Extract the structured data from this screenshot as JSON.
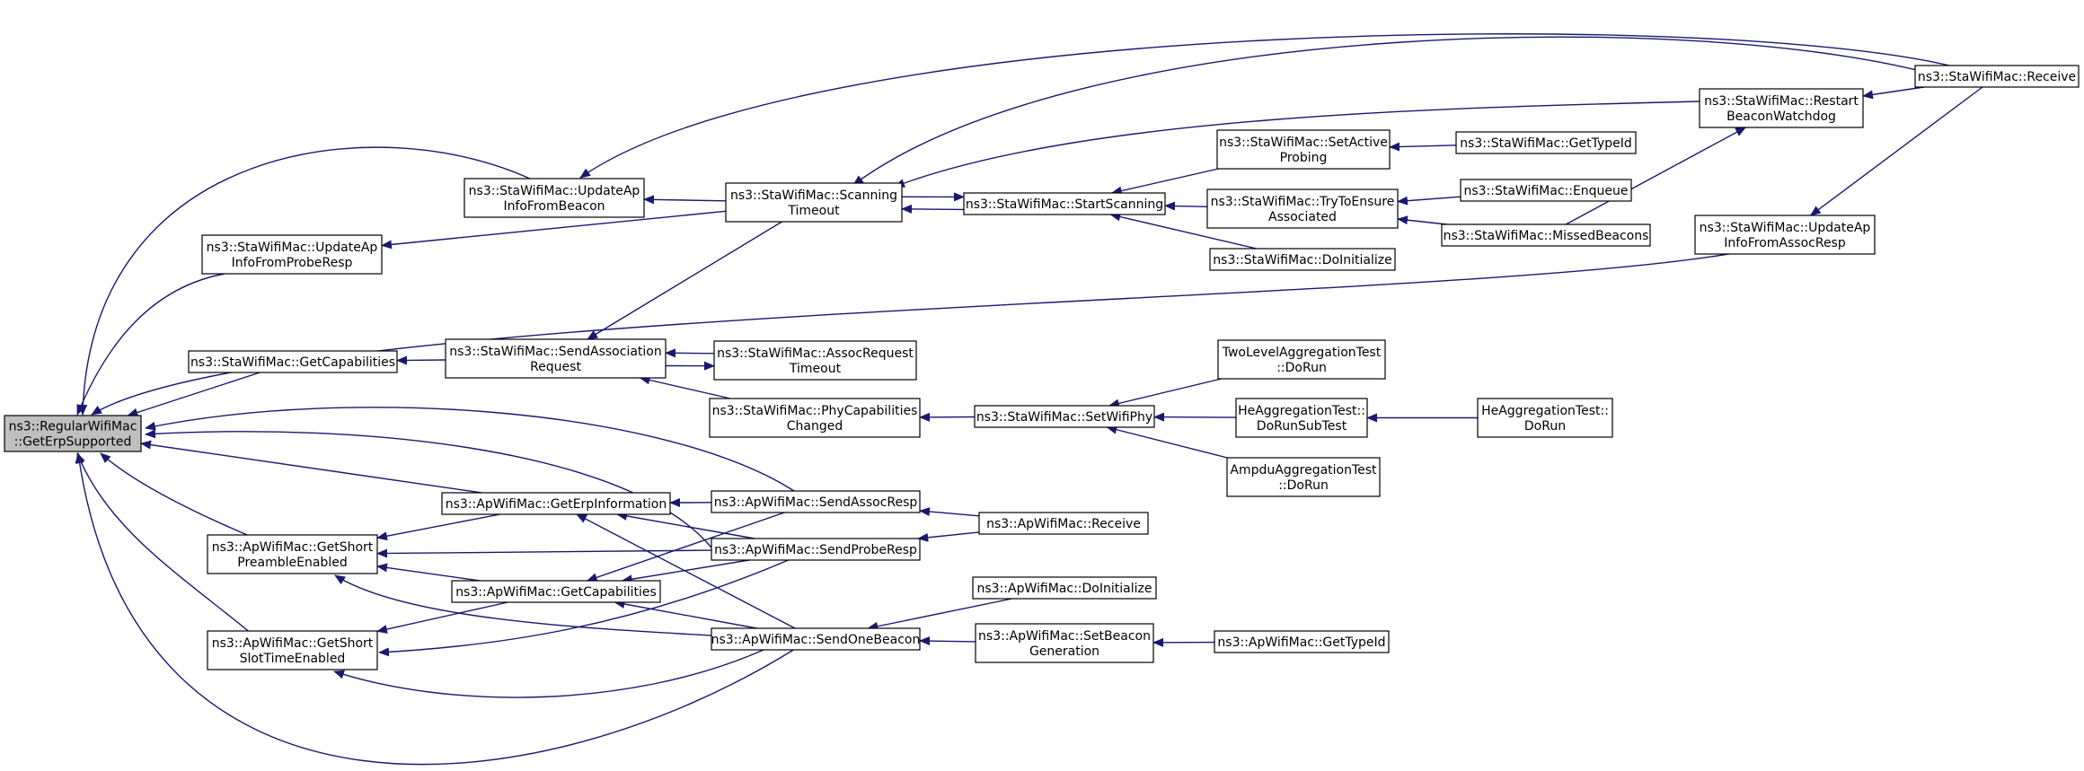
{
  "colors": {
    "edge": "#191970",
    "node_border": "#000000",
    "root_fill": "#bfbfbf",
    "node_fill": "#ffffff"
  },
  "nodes": [
    {
      "id": "root",
      "lines": [
        "ns3::RegularWifiMac",
        "::GetErpSupported"
      ],
      "root": true
    },
    {
      "id": "updateApBeacon",
      "lines": [
        "ns3::StaWifiMac::UpdateAp",
        "InfoFromBeacon"
      ]
    },
    {
      "id": "updateApProbe",
      "lines": [
        "ns3::StaWifiMac::UpdateAp",
        "InfoFromProbeResp"
      ]
    },
    {
      "id": "staGetCap",
      "lines": [
        "ns3::StaWifiMac::GetCapabilities"
      ]
    },
    {
      "id": "apGetShortPreamble",
      "lines": [
        "ns3::ApWifiMac::GetShort",
        "PreambleEnabled"
      ]
    },
    {
      "id": "apGetShortSlot",
      "lines": [
        "ns3::ApWifiMac::GetShort",
        "SlotTimeEnabled"
      ]
    },
    {
      "id": "apGetErp",
      "lines": [
        "ns3::ApWifiMac::GetErpInformation"
      ]
    },
    {
      "id": "apGetCap",
      "lines": [
        "ns3::ApWifiMac::GetCapabilities"
      ]
    },
    {
      "id": "scanTimeout",
      "lines": [
        "ns3::StaWifiMac::Scanning",
        "Timeout"
      ]
    },
    {
      "id": "sendAssocReq",
      "lines": [
        "ns3::StaWifiMac::SendAssociation",
        "Request"
      ]
    },
    {
      "id": "assocReqTimeout",
      "lines": [
        "ns3::StaWifiMac::AssocRequest",
        "Timeout"
      ]
    },
    {
      "id": "phyCapChanged",
      "lines": [
        "ns3::StaWifiMac::PhyCapabilities",
        "Changed"
      ]
    },
    {
      "id": "sendAssocResp",
      "lines": [
        "ns3::ApWifiMac::SendAssocResp"
      ]
    },
    {
      "id": "sendProbeResp",
      "lines": [
        "ns3::ApWifiMac::SendProbeResp"
      ]
    },
    {
      "id": "sendOneBeacon",
      "lines": [
        "ns3::ApWifiMac::SendOneBeacon"
      ]
    },
    {
      "id": "startScanning",
      "lines": [
        "ns3::StaWifiMac::StartScanning"
      ]
    },
    {
      "id": "setWifiPhy",
      "lines": [
        "ns3::StaWifiMac::SetWifiPhy"
      ]
    },
    {
      "id": "apReceive",
      "lines": [
        "ns3::ApWifiMac::Receive"
      ]
    },
    {
      "id": "apDoInit",
      "lines": [
        "ns3::ApWifiMac::DoInitialize"
      ]
    },
    {
      "id": "apSetBeaconGen",
      "lines": [
        "ns3::ApWifiMac::SetBeacon",
        "Generation"
      ]
    },
    {
      "id": "setActiveProbing",
      "lines": [
        "ns3::StaWifiMac::SetActive",
        "Probing"
      ]
    },
    {
      "id": "tryToEnsure",
      "lines": [
        "ns3::StaWifiMac::TryToEnsure",
        "Associated"
      ]
    },
    {
      "id": "staDoInit",
      "lines": [
        "ns3::StaWifiMac::DoInitialize"
      ]
    },
    {
      "id": "twoLevelAgg",
      "lines": [
        "TwoLevelAggregationTest",
        "::DoRun"
      ]
    },
    {
      "id": "heAggSub",
      "lines": [
        "HeAggregationTest::",
        "DoRunSubTest"
      ]
    },
    {
      "id": "ampduAgg",
      "lines": [
        "AmpduAggregationTest",
        "::DoRun"
      ]
    },
    {
      "id": "apGetTypeId",
      "lines": [
        "ns3::ApWifiMac::GetTypeId"
      ]
    },
    {
      "id": "staGetTypeId",
      "lines": [
        "ns3::StaWifiMac::GetTypeId"
      ]
    },
    {
      "id": "staEnqueue",
      "lines": [
        "ns3::StaWifiMac::Enqueue"
      ]
    },
    {
      "id": "missedBeacons",
      "lines": [
        "ns3::StaWifiMac::MissedBeacons"
      ]
    },
    {
      "id": "heAggDoRun",
      "lines": [
        "HeAggregationTest::",
        "DoRun"
      ]
    },
    {
      "id": "restartWatchdog",
      "lines": [
        "ns3::StaWifiMac::Restart",
        "BeaconWatchdog"
      ]
    },
    {
      "id": "updateApAssoc",
      "lines": [
        "ns3::StaWifiMac::UpdateAp",
        "InfoFromAssocResp"
      ]
    },
    {
      "id": "staReceive",
      "lines": [
        "ns3::StaWifiMac::Receive"
      ]
    }
  ],
  "edges": [
    {
      "from": "updateApBeacon",
      "to": "root"
    },
    {
      "from": "updateApProbe",
      "to": "root"
    },
    {
      "from": "updateApAssoc",
      "to": "root"
    },
    {
      "from": "staGetCap",
      "to": "root"
    },
    {
      "from": "sendAssocResp",
      "to": "root"
    },
    {
      "from": "sendProbeResp",
      "to": "root"
    },
    {
      "from": "apGetErp",
      "to": "root"
    },
    {
      "from": "apGetShortPreamble",
      "to": "root"
    },
    {
      "from": "apGetShortSlot",
      "to": "root"
    },
    {
      "from": "sendOneBeacon",
      "to": "root"
    },
    {
      "from": "staReceive",
      "to": "updateApBeacon"
    },
    {
      "from": "scanTimeout",
      "to": "updateApBeacon"
    },
    {
      "from": "scanTimeout",
      "to": "updateApProbe"
    },
    {
      "from": "staReceive",
      "to": "scanTimeout"
    },
    {
      "from": "restartWatchdog",
      "to": "scanTimeout"
    },
    {
      "from": "startScanning",
      "to": "scanTimeout"
    },
    {
      "from": "scanTimeout",
      "to": "startScanning"
    },
    {
      "from": "setActiveProbing",
      "to": "startScanning"
    },
    {
      "from": "tryToEnsure",
      "to": "startScanning"
    },
    {
      "from": "staDoInit",
      "to": "startScanning"
    },
    {
      "from": "staGetTypeId",
      "to": "setActiveProbing"
    },
    {
      "from": "staEnqueue",
      "to": "tryToEnsure"
    },
    {
      "from": "missedBeacons",
      "to": "tryToEnsure"
    },
    {
      "from": "missedBeacons",
      "to": "restartWatchdog"
    },
    {
      "from": "staReceive",
      "to": "restartWatchdog"
    },
    {
      "from": "staReceive",
      "to": "updateApAssoc"
    },
    {
      "from": "sendAssocReq",
      "to": "staGetCap"
    },
    {
      "from": "scanTimeout",
      "to": "sendAssocReq"
    },
    {
      "from": "sendAssocReq",
      "to": "assocReqTimeout"
    },
    {
      "from": "assocReqTimeout",
      "to": "sendAssocReq"
    },
    {
      "from": "phyCapChanged",
      "to": "sendAssocReq"
    },
    {
      "from": "setWifiPhy",
      "to": "phyCapChanged"
    },
    {
      "from": "twoLevelAgg",
      "to": "setWifiPhy"
    },
    {
      "from": "heAggSub",
      "to": "setWifiPhy"
    },
    {
      "from": "ampduAgg",
      "to": "setWifiPhy"
    },
    {
      "from": "heAggDoRun",
      "to": "heAggSub"
    },
    {
      "from": "sendAssocResp",
      "to": "apGetErp"
    },
    {
      "from": "sendProbeResp",
      "to": "apGetErp"
    },
    {
      "from": "sendOneBeacon",
      "to": "apGetErp"
    },
    {
      "from": "apGetErp",
      "to": "apGetShortPreamble"
    },
    {
      "from": "apGetCap",
      "to": "apGetShortPreamble"
    },
    {
      "from": "sendProbeResp",
      "to": "apGetShortPreamble"
    },
    {
      "from": "sendOneBeacon",
      "to": "apGetShortPreamble"
    },
    {
      "from": "apGetCap",
      "to": "apGetShortSlot"
    },
    {
      "from": "sendProbeResp",
      "to": "apGetShortSlot"
    },
    {
      "from": "sendOneBeacon",
      "to": "apGetShortSlot"
    },
    {
      "from": "sendAssocResp",
      "to": "apGetCap"
    },
    {
      "from": "sendProbeResp",
      "to": "apGetCap"
    },
    {
      "from": "sendOneBeacon",
      "to": "apGetCap"
    },
    {
      "from": "apReceive",
      "to": "sendAssocResp"
    },
    {
      "from": "apReceive",
      "to": "sendProbeResp"
    },
    {
      "from": "apDoInit",
      "to": "sendOneBeacon"
    },
    {
      "from": "apSetBeaconGen",
      "to": "sendOneBeacon"
    },
    {
      "from": "apGetTypeId",
      "to": "apSetBeaconGen"
    }
  ]
}
